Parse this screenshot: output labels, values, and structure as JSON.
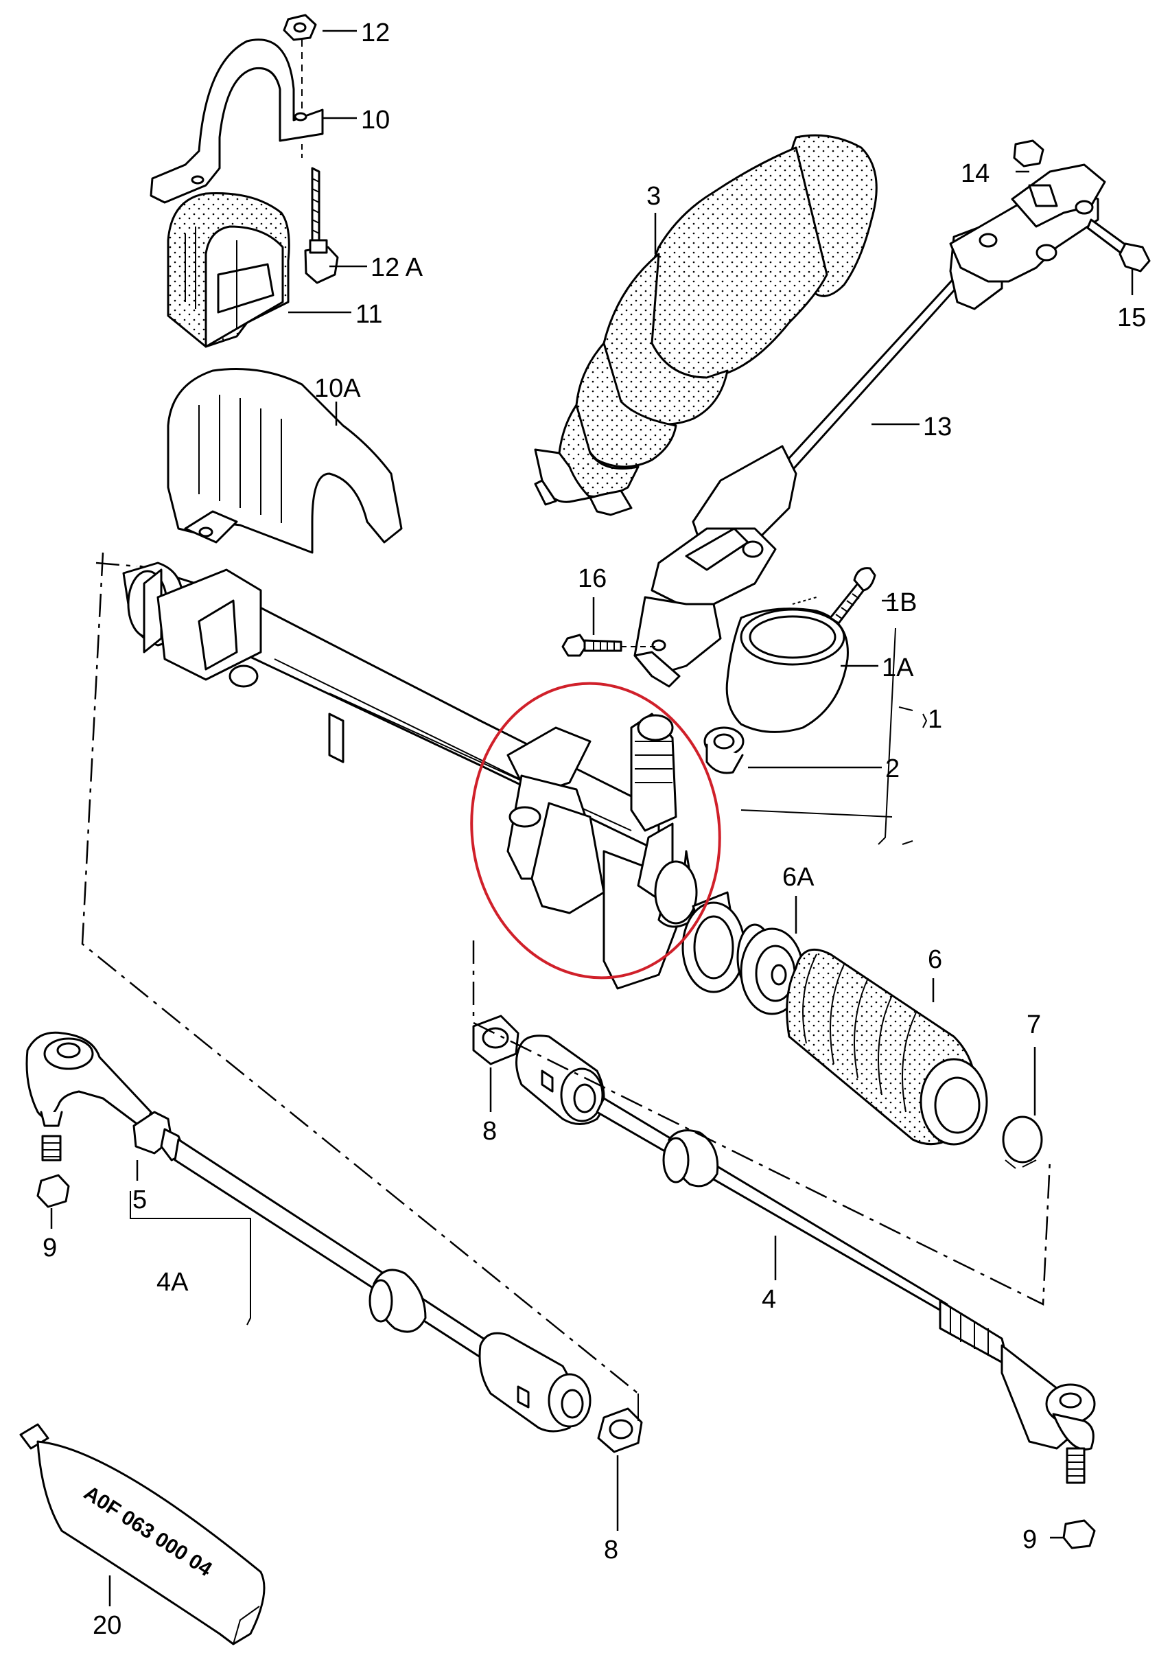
{
  "callouts": {
    "c1": "1",
    "c1A": "1A",
    "c1B": "1B",
    "c2": "2",
    "c3": "3",
    "c4": "4",
    "c4A": "4A",
    "c5": "5",
    "c6": "6",
    "c6A": "6A",
    "c7": "7",
    "c8a": "8",
    "c8b": "8",
    "c9a": "9",
    "c9b": "9",
    "c10": "10",
    "c10A": "10A",
    "c11": "11",
    "c12": "12",
    "c12A": "12 A",
    "c13": "13",
    "c14": "14",
    "c15": "15",
    "c16": "16",
    "c20": "20"
  },
  "tube_label": "A0F 063 000 04",
  "highlight_color": "#d0202a"
}
